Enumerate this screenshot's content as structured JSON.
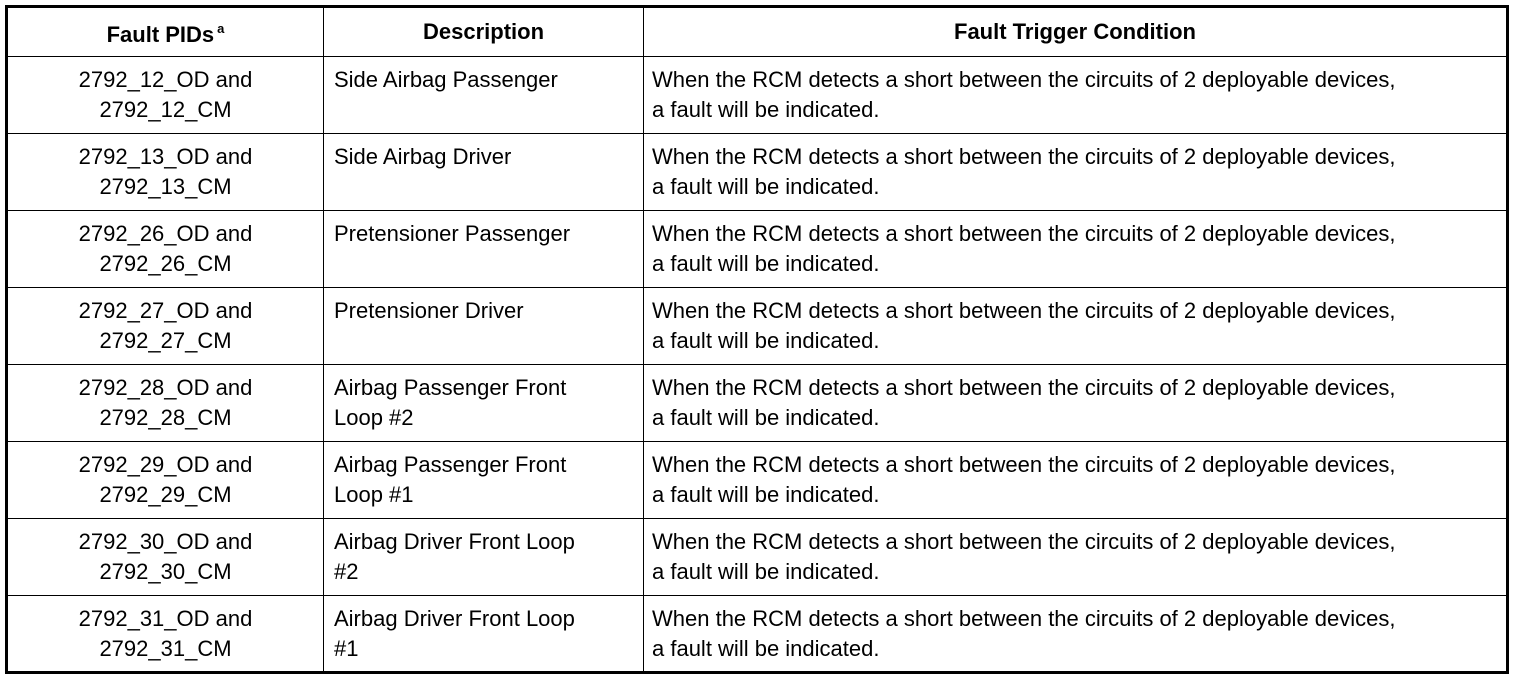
{
  "table": {
    "headers": {
      "pid": "Fault PIDs",
      "pid_footnote": "a",
      "description": "Description",
      "condition": "Fault Trigger Condition"
    },
    "rows": [
      {
        "pid_line1": "2792_12_OD and",
        "pid_line2": "2792_12_CM",
        "desc_line1": "Side Airbag Passenger",
        "desc_line2": "",
        "cond_line1": "When the RCM detects a short between the circuits of 2 deployable devices,",
        "cond_line2": "a fault will be indicated."
      },
      {
        "pid_line1": "2792_13_OD and",
        "pid_line2": "2792_13_CM",
        "desc_line1": "Side Airbag Driver",
        "desc_line2": "",
        "cond_line1": "When the RCM detects a short between the circuits of 2 deployable devices,",
        "cond_line2": "a fault will be indicated."
      },
      {
        "pid_line1": "2792_26_OD and",
        "pid_line2": "2792_26_CM",
        "desc_line1": "Pretensioner Passenger",
        "desc_line2": "",
        "cond_line1": "When the RCM detects a short between the circuits of 2 deployable devices,",
        "cond_line2": "a fault will be indicated."
      },
      {
        "pid_line1": "2792_27_OD and",
        "pid_line2": "2792_27_CM",
        "desc_line1": "Pretensioner Driver",
        "desc_line2": "",
        "cond_line1": "When the RCM detects a short between the circuits of 2 deployable devices,",
        "cond_line2": "a fault will be indicated."
      },
      {
        "pid_line1": "2792_28_OD and",
        "pid_line2": "2792_28_CM",
        "desc_line1": "Airbag Passenger Front",
        "desc_line2": "Loop #2",
        "cond_line1": "When the RCM detects a short between the circuits of 2 deployable devices,",
        "cond_line2": "a fault will be indicated."
      },
      {
        "pid_line1": "2792_29_OD and",
        "pid_line2": "2792_29_CM",
        "desc_line1": "Airbag Passenger Front",
        "desc_line2": "Loop #1",
        "cond_line1": "When the RCM detects a short between the circuits of 2 deployable devices,",
        "cond_line2": "a fault will be indicated."
      },
      {
        "pid_line1": "2792_30_OD and",
        "pid_line2": "2792_30_CM",
        "desc_line1": "Airbag Driver Front Loop",
        "desc_line2": "#2",
        "cond_line1": "When the RCM detects a short between the circuits of 2 deployable devices,",
        "cond_line2": "a fault will be indicated."
      },
      {
        "pid_line1": "2792_31_OD and",
        "pid_line2": "2792_31_CM",
        "desc_line1": "Airbag Driver Front Loop",
        "desc_line2": "#1",
        "cond_line1": "When the RCM detects a short between the circuits of 2 deployable devices,",
        "cond_line2": "a fault will be indicated."
      }
    ]
  }
}
